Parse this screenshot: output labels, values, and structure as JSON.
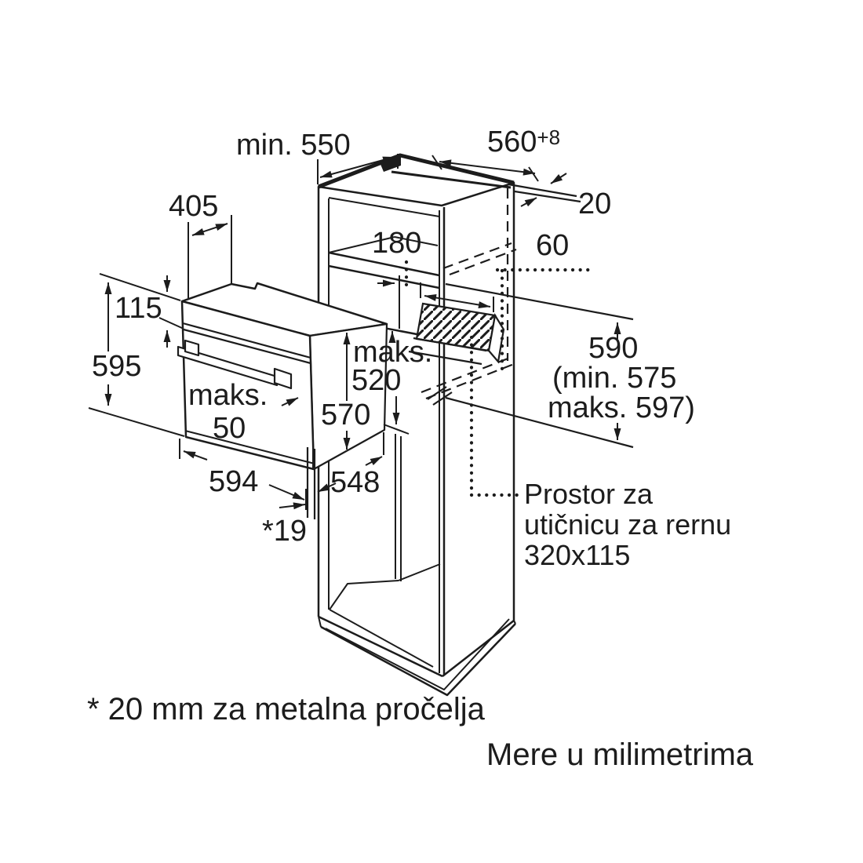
{
  "diagram": {
    "kind": "built-in-oven-installation-drawing",
    "dims": {
      "min550": "min. 550",
      "w560": "560",
      "w560_tol": "+8",
      "t20": "20",
      "h180": "180",
      "d60": "60",
      "d405": "405",
      "h115": "115",
      "h595": "595",
      "maks50_word": "maks.",
      "maks50_val": "50",
      "maks520_word": "maks.",
      "maks520_val": "520",
      "h570": "570",
      "w594": "594",
      "d548": "548",
      "gap19": "*19",
      "h590": "590",
      "h590_min": "(min. 575",
      "h590_max": "maks. 597)"
    },
    "socket_note": {
      "line1": "Prostor za",
      "line2": "utičnicu za rernu",
      "line3": "320x115"
    },
    "footnotes": {
      "metal_fronts": "* 20 mm za metalna pročelja",
      "units": "Mere u milimetrima"
    },
    "colors": {
      "line": "#1c1c1c",
      "background": "#ffffff"
    }
  }
}
